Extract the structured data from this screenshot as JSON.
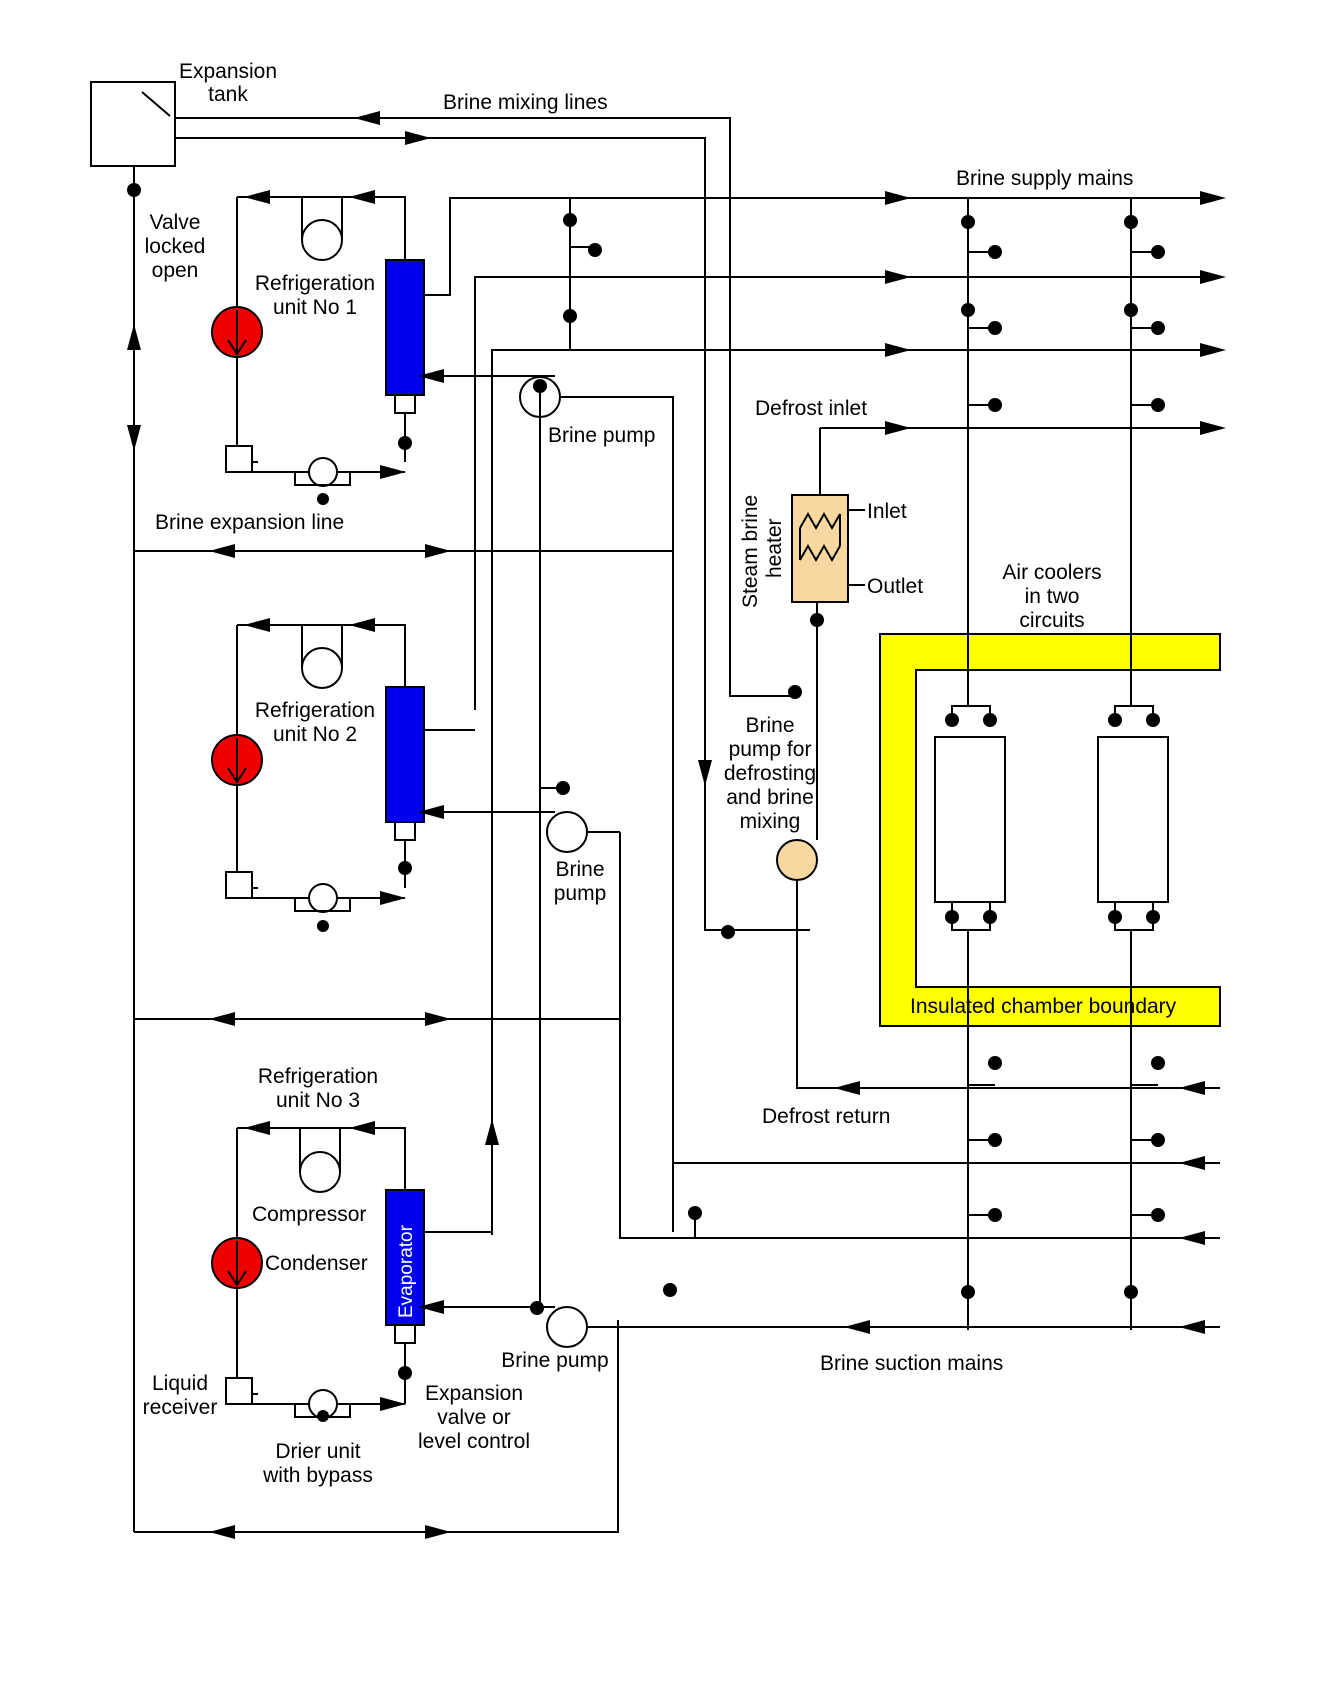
{
  "labels": {
    "expansion_tank_1": "Expansion",
    "expansion_tank_2": "tank",
    "brine_mixing_lines": "Brine mixing lines",
    "brine_supply_mains": "Brine supply mains",
    "valve_locked_1": "Valve",
    "valve_locked_2": "locked",
    "valve_locked_3": "open",
    "unit1_1": "Refrigeration",
    "unit1_2": "unit No 1",
    "unit2_1": "Refrigeration",
    "unit2_2": "unit No 2",
    "unit3_1": "Refrigeration",
    "unit3_2": "unit No 3",
    "brine_pump_1": "Brine pump",
    "brine_pump_2a": "Brine",
    "brine_pump_2b": "pump",
    "brine_pump_3": "Brine pump",
    "brine_expansion_line": "Brine expansion line",
    "defrost_inlet": "Defrost inlet",
    "steam_brine_heater_1": "Steam brine",
    "steam_brine_heater_2": "heater",
    "inlet": "Inlet",
    "outlet": "Outlet",
    "air_coolers_1": "Air coolers",
    "air_coolers_2": "in two",
    "air_coolers_3": "circuits",
    "defrost_pump_1": "Brine",
    "defrost_pump_2": "pump for",
    "defrost_pump_3": "defrosting",
    "defrost_pump_4": "and brine",
    "defrost_pump_5": "mixing",
    "insulated_chamber_boundary": "Insulated chamber boundary",
    "defrost_return": "Defrost return",
    "compressor": "Compressor",
    "condenser": "Condenser",
    "evaporator": "Evaporator",
    "liquid_receiver_1": "Liquid",
    "liquid_receiver_2": "receiver",
    "drier_unit_1": "Drier unit",
    "drier_unit_2": "with bypass",
    "expansion_valve_1": "Expansion",
    "expansion_valve_2": "valve or",
    "expansion_valve_3": "level control",
    "brine_suction_mains": "Brine suction mains"
  },
  "colors": {
    "line": "#000000",
    "evaporator": "#0000ee",
    "condenser": "#ee0000",
    "heater": "#f8d8a0",
    "defrost_pump": "#f8d8a0",
    "boundary": "#ffff00"
  }
}
